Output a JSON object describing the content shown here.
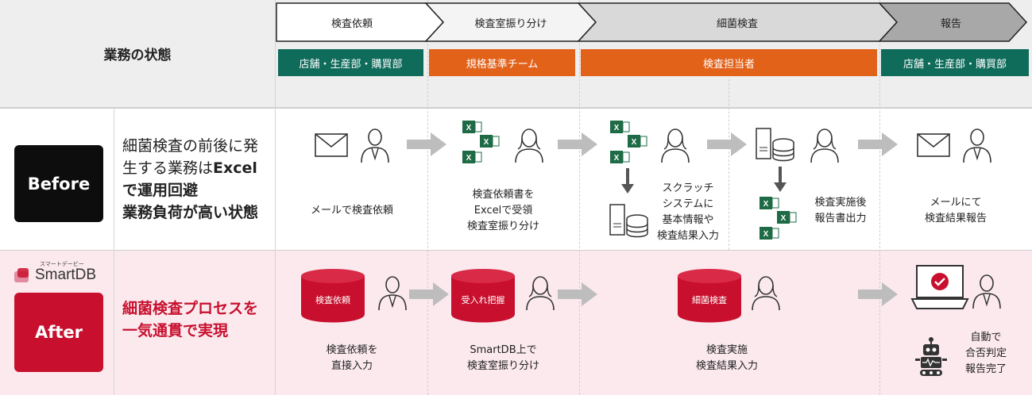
{
  "header": {
    "left_title": "業務の状態",
    "steps": [
      "検査依頼",
      "検査室振り分け",
      "細菌検査",
      "報告"
    ],
    "roles": [
      "店舗・生産部・購買部",
      "規格基準チーム",
      "検査担当者",
      "店舗・生産部・購買部"
    ]
  },
  "before": {
    "label": "Before",
    "desc_line1": "細菌検査の前後に発",
    "desc_line2a": "生する業務は",
    "desc_line2b": "Excel",
    "desc_line3": "で運用回避",
    "desc_line4": "業務負荷が高い状態",
    "cap1": "メールで検査依頼",
    "cap2_l1": "検査依頼書を",
    "cap2_l2": "Excelで受領",
    "cap2_l3": "検査室振り分け",
    "cap3_l1": "スクラッチ",
    "cap3_l2": "システムに",
    "cap3_l3": "基本情報や",
    "cap3_l4": "検査結果入力",
    "cap4_l1": "検査実施後",
    "cap4_l2": "報告書出力",
    "cap5_l1": "メールにて",
    "cap5_l2": "検査結果報告"
  },
  "after": {
    "logo_small": "スマートデービー",
    "logo_text": "SmartDB",
    "label": "After",
    "desc_line1": "細菌検査プロセスを",
    "desc_line2": "一気通貫で実現",
    "db1": "検査依頼",
    "db2": "受入れ把握",
    "db3": "細菌検査",
    "cap1_l1": "検査依頼を",
    "cap1_l2": "直接入力",
    "cap2_l1": "SmartDB上で",
    "cap2_l2": "検査室振り分け",
    "cap3_l1": "検査実施",
    "cap3_l2": "検査結果入力",
    "cap4_l1": "自動で",
    "cap4_l2": "合否判定",
    "cap4_l3": "報告完了"
  },
  "colors": {
    "green": "#0f6b5a",
    "orange": "#e2621a",
    "red": "#c8102e",
    "after_bg": "#fbe9ee"
  }
}
